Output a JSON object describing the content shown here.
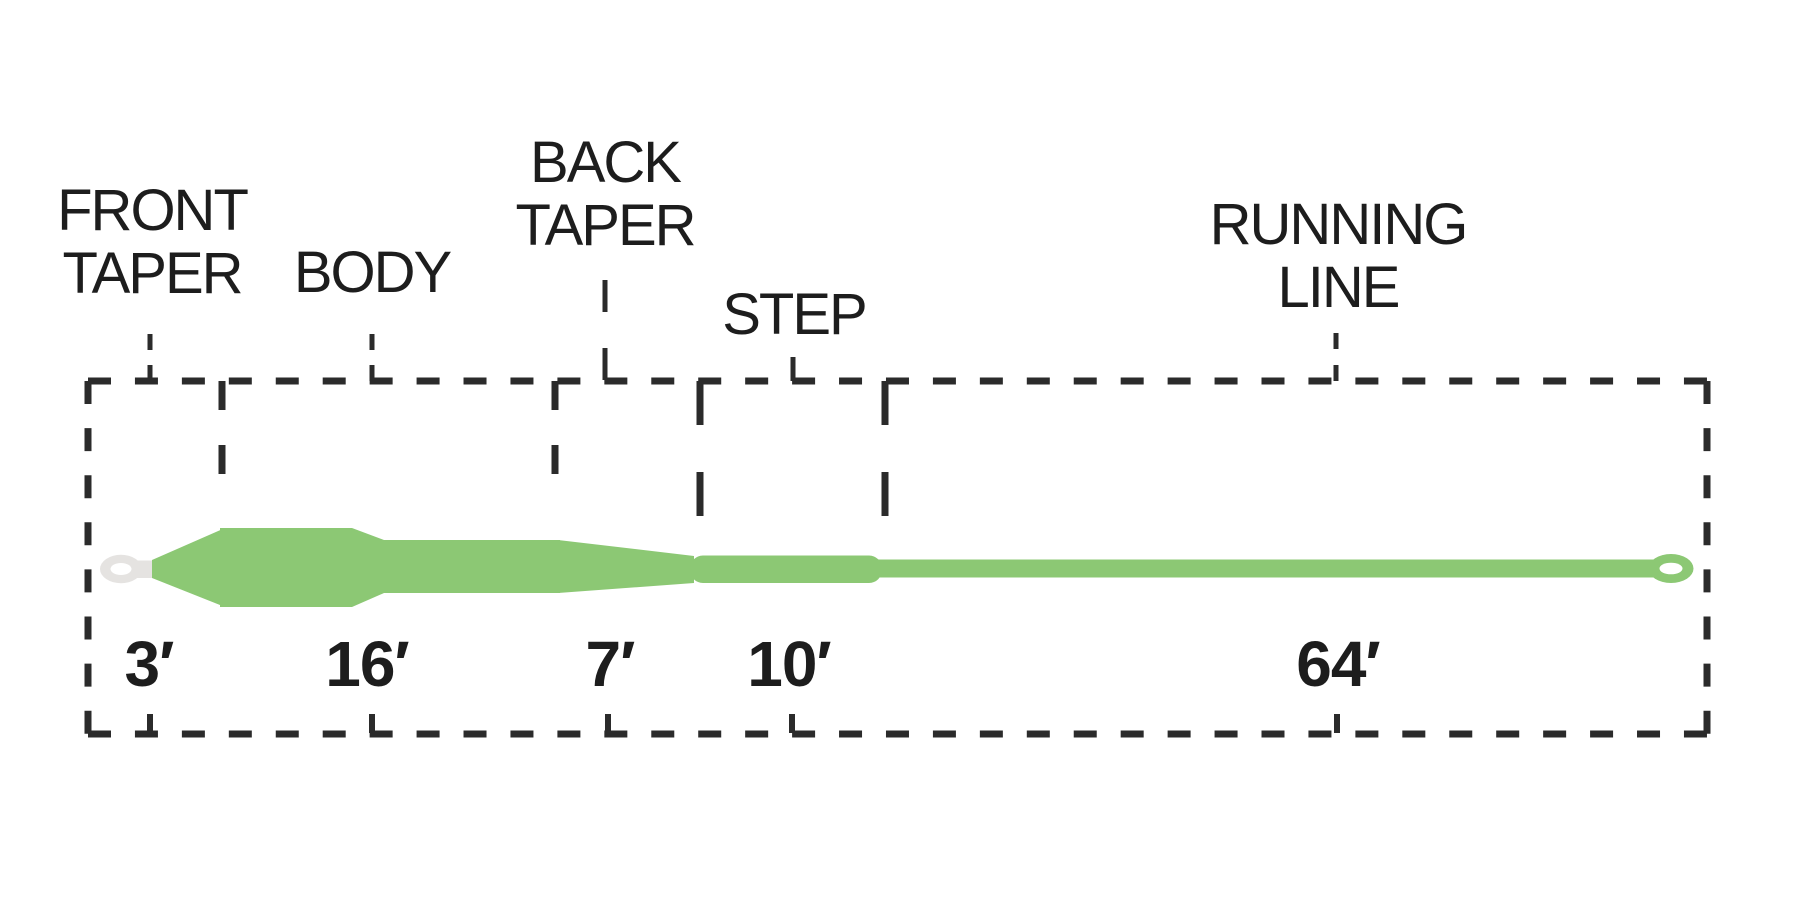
{
  "sections": [
    {
      "id": "front-taper",
      "label": "FRONT\nTAPER",
      "length": "3′"
    },
    {
      "id": "body",
      "label": "BODY",
      "length": "16′"
    },
    {
      "id": "back-taper",
      "label": "BACK\nTAPER",
      "length": "7′"
    },
    {
      "id": "step",
      "label": "STEP",
      "length": "10′"
    },
    {
      "id": "running-line",
      "label": "RUNNING\nLINE",
      "length": "64′"
    }
  ],
  "colors": {
    "line_green": "#8CC874",
    "loop_gray": "#E5E3E1",
    "dash_dark": "#2B2B2B",
    "text_dark": "#1D1D1D"
  }
}
